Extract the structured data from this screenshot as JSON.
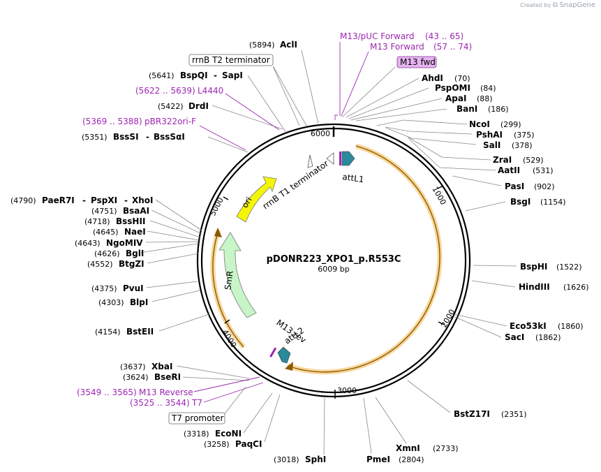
{
  "credit": {
    "prefix": "Created by",
    "brand": "SnapGene"
  },
  "plasmid": {
    "name": "pDONR223_XPO1_p.R553C",
    "length": "6009 bp"
  },
  "ruler": [
    "1000",
    "2000",
    "3000",
    "4000",
    "5000",
    "6000"
  ],
  "enzymes_right": [
    {
      "name": "AhdI",
      "pos": "(70)"
    },
    {
      "name": "PspOMI",
      "pos": "(84)"
    },
    {
      "name": "ApaI",
      "pos": "(88)"
    },
    {
      "name": "BanI",
      "pos": "(186)"
    },
    {
      "name": "NcoI",
      "pos": "(299)"
    },
    {
      "name": "PshAI",
      "pos": "(375)"
    },
    {
      "name": "SalI",
      "pos": "(378)"
    },
    {
      "name": "ZraI",
      "pos": "(529)"
    },
    {
      "name": "AatII",
      "pos": "(531)"
    },
    {
      "name": "PasI",
      "pos": "(902)"
    },
    {
      "name": "BsgI",
      "pos": "(1154)"
    },
    {
      "name": "BspHI",
      "pos": "(1522)"
    },
    {
      "name": "HindIII",
      "pos": "(1626)"
    },
    {
      "name": "Eco53kI",
      "pos": "(1860)"
    },
    {
      "name": "SacI",
      "pos": "(1862)"
    },
    {
      "name": "BstZ17I",
      "pos": "(2351)"
    },
    {
      "name": "XmnI",
      "pos": "(2733)"
    },
    {
      "name": "PmeI",
      "pos": "(2804)"
    }
  ],
  "enzymes_left": [
    {
      "pos": "(5894)",
      "name": "AclI"
    },
    {
      "pos": "(5641)",
      "name": "BspQI",
      "name2": "SapI"
    },
    {
      "pos": "(5422)",
      "name": "DrdI"
    },
    {
      "pos": "(5351)",
      "name": "BssSI",
      "name2": "BssSαI"
    },
    {
      "pos": "(4790)",
      "name": "PaeR7I",
      "name2": "PspXI",
      "name3": "XhoI"
    },
    {
      "pos": "(4751)",
      "name": "BsaAI"
    },
    {
      "pos": "(4718)",
      "name": "BssHII"
    },
    {
      "pos": "(4645)",
      "name": "NaeI"
    },
    {
      "pos": "(4643)",
      "name": "NgoMIV"
    },
    {
      "pos": "(4626)",
      "name": "BglI"
    },
    {
      "pos": "(4552)",
      "name": "BtgZI"
    },
    {
      "pos": "(4375)",
      "name": "PvuI"
    },
    {
      "pos": "(4303)",
      "name": "BlpI"
    },
    {
      "pos": "(4154)",
      "name": "BstEII"
    },
    {
      "pos": "(3637)",
      "name": "XbaI"
    },
    {
      "pos": "(3624)",
      "name": "BseRI"
    },
    {
      "pos": "(3318)",
      "name": "EcoNI"
    },
    {
      "pos": "(3258)",
      "name": "PaqCI"
    },
    {
      "pos": "(3018)",
      "name": "SphI"
    }
  ],
  "primers": [
    {
      "name": "M13/pUC Forward",
      "range": "(43 .. 65)"
    },
    {
      "name": "M13 Forward",
      "range": "(57 .. 74)"
    },
    {
      "name": "L4440",
      "range": "(5622 .. 5639)"
    },
    {
      "name": "pBR322ori-F",
      "range": "(5369 .. 5388)"
    },
    {
      "name": "M13 Reverse",
      "range": "(3549 .. 3565)"
    },
    {
      "name": "T7",
      "range": "(3525 .. 3544)"
    }
  ],
  "boxed_labels": {
    "rrnb_t2": "rrnB T2 terminator",
    "m13_fwd": "M13 fwd",
    "t7_promoter": "T7 promoter"
  },
  "features": {
    "attL1": "attL1",
    "attL2": "attL2",
    "rrnb_t1": "rrnB T1 terminator",
    "ori": "ori",
    "smr": "SmR",
    "m13_rev": "M13 rev"
  },
  "colors": {
    "primer": "#9c27b0",
    "ori": "#f5f50a",
    "smr": "#c8f5c8",
    "att": "#2a8a9a",
    "insert": "#f5c979",
    "m13_fwd_box": "#e6b3f0"
  }
}
